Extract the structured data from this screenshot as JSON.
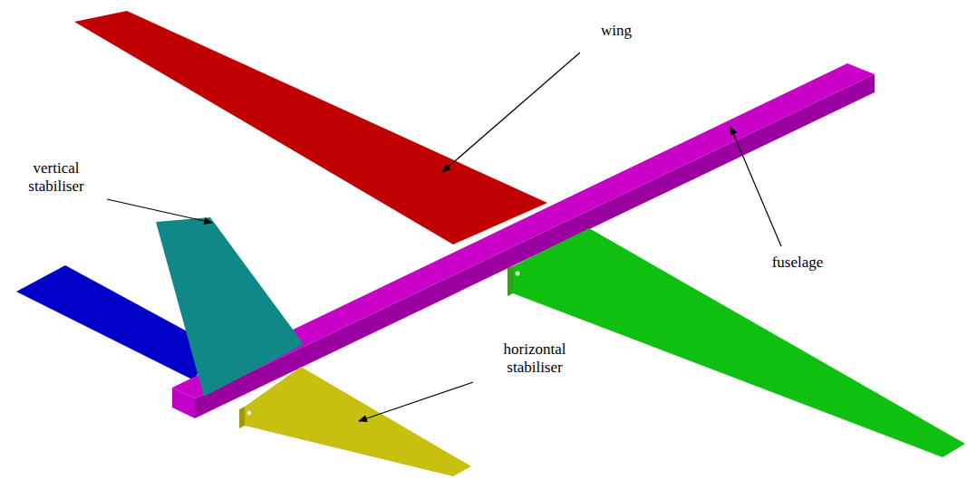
{
  "diagram": {
    "labels": [
      "wing",
      "vertical stabiliser",
      "fuselage",
      "horizontal stabiliser"
    ]
  }
}
